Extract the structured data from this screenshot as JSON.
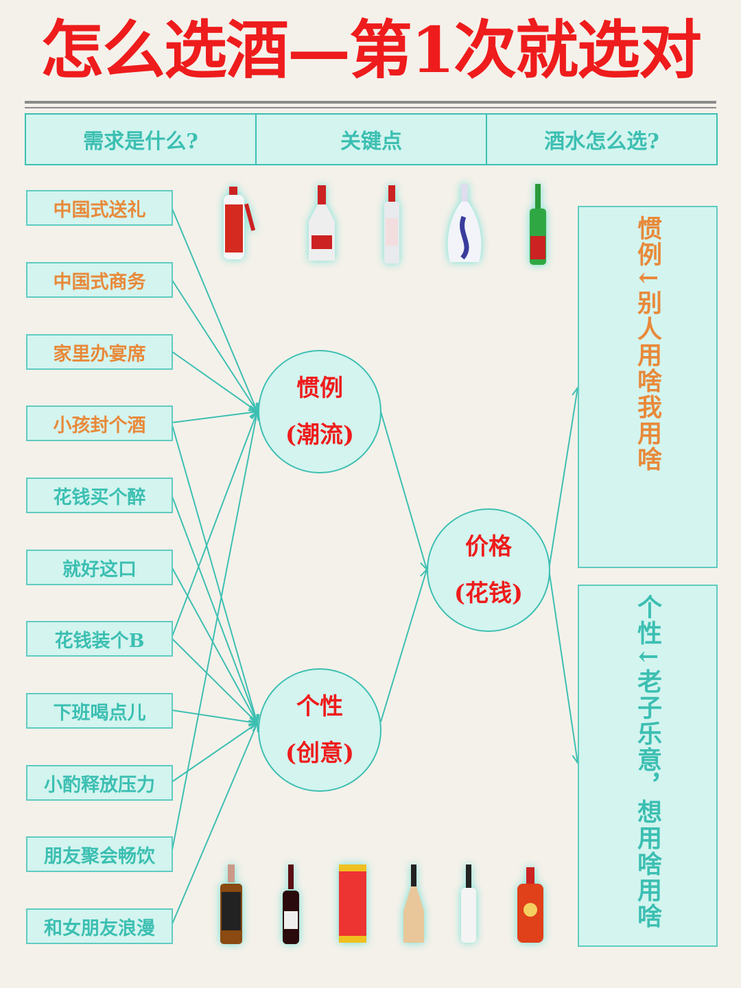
{
  "title": "怎么选酒—第1次就选对",
  "header": [
    "需求是什么?",
    "关键点",
    "酒水怎么选?"
  ],
  "needs": [
    "中国式送礼",
    "中国式商务",
    "家里办宴席",
    "小孩封个酒",
    "花钱买个醉",
    "就好这口",
    "花钱装个B",
    "下班喝点儿",
    "小酌释放压力",
    "朋友聚会畅饮",
    "和女朋友浪漫"
  ],
  "keys": {
    "custom": {
      "line1": "惯例",
      "line2": "(潮流)"
    },
    "personal": {
      "line1": "个性",
      "line2": "(创意)"
    },
    "price": {
      "line1": "价格",
      "line2": "(花钱)"
    }
  },
  "choices": {
    "custom": "惯例↓别人用啥我用啥",
    "personal": "个性↓老子乐意，想用啥用啥"
  },
  "colors": {
    "title": "#ee1c1c",
    "accent": "#3cbfb2",
    "need_text": "#e8893a",
    "panel": "#d3f4ef"
  }
}
